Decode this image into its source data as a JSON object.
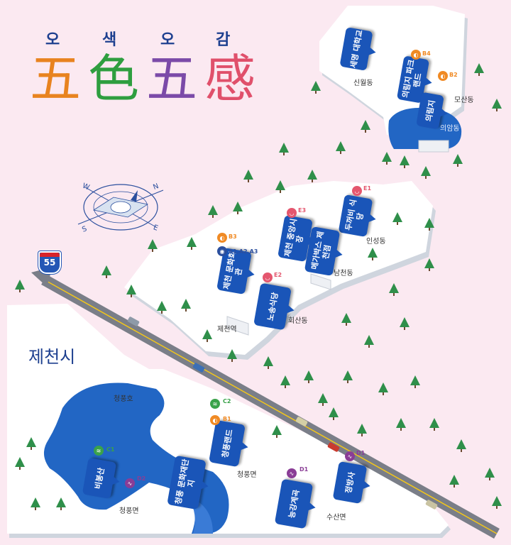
{
  "title": {
    "hangul": [
      "오",
      "색",
      "오",
      "감"
    ],
    "hanja": [
      {
        "char": "五",
        "color": "#e8831f"
      },
      {
        "char": "色",
        "color": "#2e9e3f"
      },
      {
        "char": "五",
        "color": "#7b4aa8"
      },
      {
        "char": "感",
        "color": "#e0506b"
      }
    ]
  },
  "city_label": "제천시",
  "highway_shield": "55",
  "compass": {
    "north": "N",
    "south": "S",
    "east": "E",
    "west": "W"
  },
  "districts": [
    "신월동",
    "모산동",
    "의암동",
    "인성동",
    "남천동",
    "회산동",
    "제천역",
    "청풍호",
    "청풍면",
    "수산면"
  ],
  "places": [
    {
      "id": "semyung",
      "label": "세명 대학교"
    },
    {
      "id": "uirimji-park",
      "label": "의림지 파크랜드"
    },
    {
      "id": "uirimji",
      "label": "의림지"
    },
    {
      "id": "dukkebi",
      "label": "두꺼비 식당"
    },
    {
      "id": "market",
      "label": "제천 중앙시장"
    },
    {
      "id": "megabox",
      "label": "메가박스 제천점"
    },
    {
      "id": "culture-hall",
      "label": "제천 문화회관"
    },
    {
      "id": "nosong",
      "label": "노송식당"
    },
    {
      "id": "cheongpung-land",
      "label": "청풍랜드"
    },
    {
      "id": "bibong",
      "label": "비봉산"
    },
    {
      "id": "cheongpung-culture",
      "label": "청풍 문화재단지"
    },
    {
      "id": "neunggang",
      "label": "능강계곡"
    },
    {
      "id": "jeongbang",
      "label": "정방사"
    }
  ],
  "badges": [
    {
      "code": "B4",
      "kind": "ear",
      "color": "#f08a24"
    },
    {
      "code": "B2",
      "kind": "ear",
      "color": "#f08a24"
    },
    {
      "code": "E1",
      "kind": "mouth",
      "color": "#e4566e"
    },
    {
      "code": "E3",
      "kind": "mouth",
      "color": "#e4566e"
    },
    {
      "code": "B3",
      "kind": "ear",
      "color": "#f08a24"
    },
    {
      "code": "A1,A2,A3",
      "kind": "eye",
      "color": "#2b4f9e"
    },
    {
      "code": "E2",
      "kind": "mouth",
      "color": "#e4566e"
    },
    {
      "code": "C2",
      "kind": "nose",
      "color": "#3aa24a"
    },
    {
      "code": "B1",
      "kind": "ear",
      "color": "#f08a24"
    },
    {
      "code": "C1",
      "kind": "nose",
      "color": "#3aa24a"
    },
    {
      "code": "D2",
      "kind": "skin",
      "color": "#8a3d96"
    },
    {
      "code": "D1",
      "kind": "skin",
      "color": "#8a3d96"
    },
    {
      "code": "D1",
      "kind": "skin",
      "color": "#8a3d96"
    }
  ],
  "colors": {
    "background": "#fbe9f1",
    "land": "#ffffff",
    "water": "#2266c4",
    "road": "#7a7e88",
    "road_line": "#f2c61a",
    "tree": "#2f8f4a",
    "pin": "#1a55b8"
  }
}
